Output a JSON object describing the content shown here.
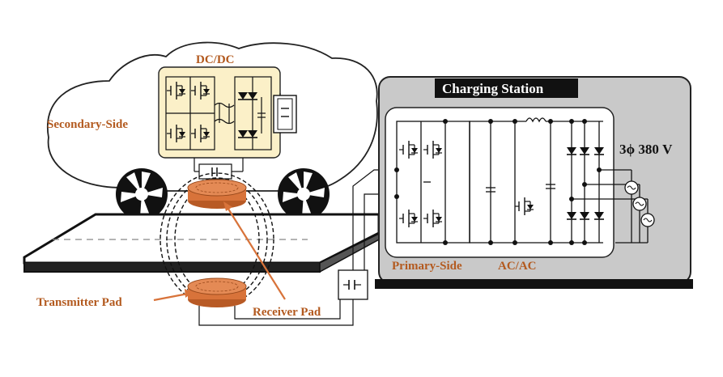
{
  "labels": {
    "dcdc": "DC/DC",
    "secondary_side": "Secondary-Side",
    "charging_station": "Charging Station",
    "voltage": "3ϕ 380 V",
    "primary_side": "Primary-Side",
    "acac": "AC/AC",
    "transmitter_pad": "Transmitter Pad",
    "receiver_pad": "Receiver Pad"
  },
  "colors": {
    "accent_orange": "#b35a1f",
    "pad_orange": "#d8733a",
    "station_gray": "#c9c9c9",
    "converter_fill": "#fbf0c8",
    "ink": "#111111"
  }
}
